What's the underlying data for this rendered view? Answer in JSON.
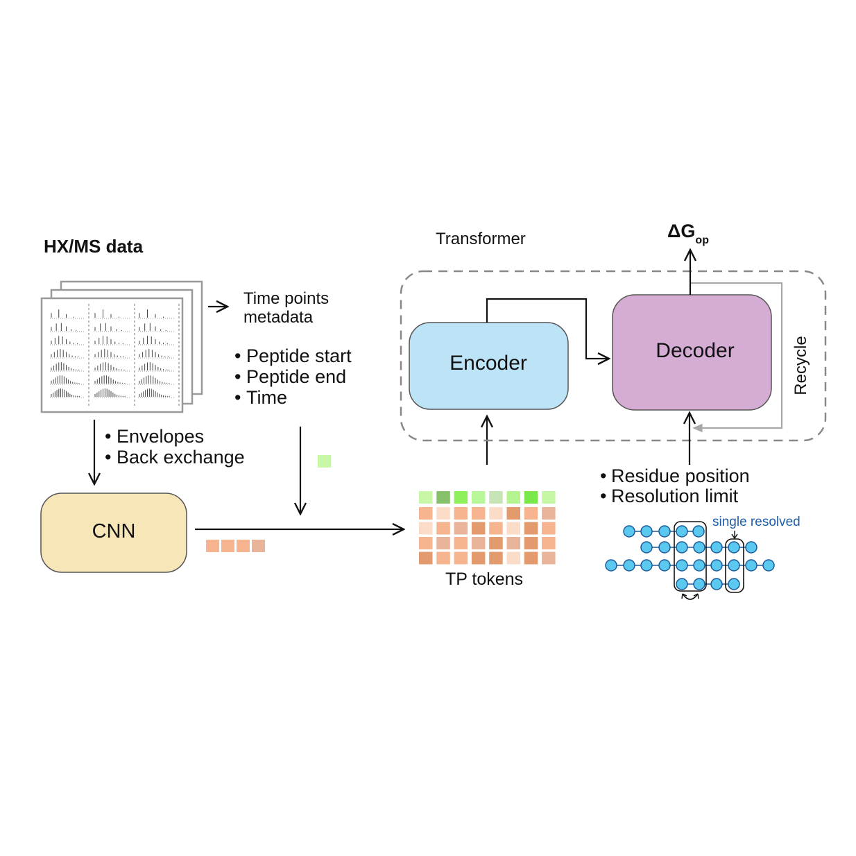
{
  "title": "HX/MS data",
  "metadata": {
    "label_line1": "Time points",
    "label_line2": "metadata",
    "bullets": [
      "Peptide start",
      "Peptide end",
      "Time"
    ]
  },
  "cnn_inputs": [
    "Envelopes",
    "Back exchange"
  ],
  "cnn": {
    "label": "CNN"
  },
  "tokens": {
    "label": "TP tokens"
  },
  "transformer": {
    "label": "Transformer",
    "encoder": "Encoder",
    "decoder": "Decoder",
    "recycle": "Recycle"
  },
  "output": {
    "symbol": "ΔG",
    "subscript": "op"
  },
  "decoder_inputs": [
    "Residue position",
    "Resolution limit"
  ],
  "residue_annotation": "single resolved",
  "colors": {
    "encoder": "#bde3f7",
    "decoder": "#d4acd4",
    "cnn": "#f6e6b8",
    "residue": "#5bc8f0",
    "annotation_text": "#1f5fa8",
    "dashed_border": "#888888",
    "recycle_line": "#a8a8a8",
    "green_shades": [
      "#c8f7a8",
      "#86c06a",
      "#8ef05a",
      "#b8f79a",
      "#c6e4b5",
      "#b4f590",
      "#7ae84a",
      "#c5f7a5"
    ],
    "orange_shades": [
      "#f6b48f",
      "#fbdcc8",
      "#e39a6c",
      "#e9b49a"
    ]
  }
}
